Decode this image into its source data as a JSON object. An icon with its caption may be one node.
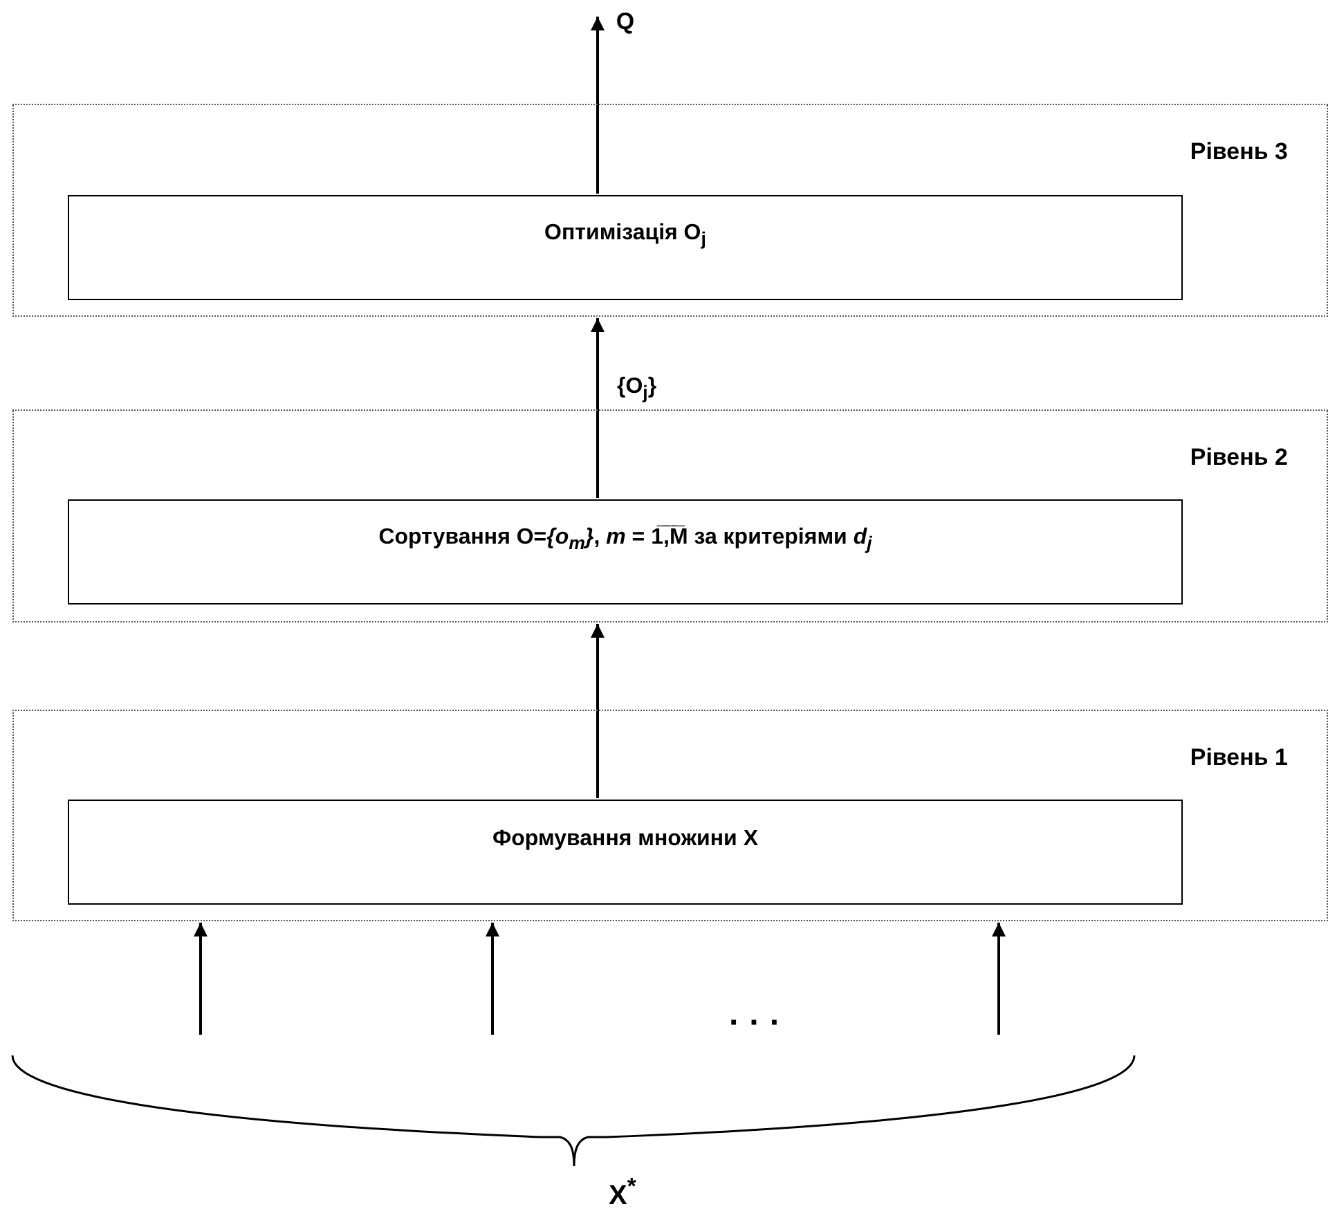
{
  "diagram": {
    "nodes": [
      {
        "text": [
          "Рівень 3"
        ]
      },
      {
        "text": [
          "Оптимізація  O$_{j}$"
        ],
        "in": 0
      },
      {
        "text": [
          "Рівень  2"
        ]
      },
      {
        "text": [
          "Сортування O=*{o$_{m}$}*,   *m* = 1̅,̅M̅  за критеріями *d$_{j}$*"
        ],
        "in": 2
      },
      {
        "text": [
          "Рівень 1"
        ]
      },
      {
        "text": [
          "Формування множини  X"
        ],
        "in": 4
      },
      {
        "text": [
          "Q"
        ]
      }
    ],
    "edges": [
      {
        "from": 1,
        "to": 6,
        "arrow": "to"
      },
      {
        "from": 3,
        "to": 0,
        "arrow": "to",
        "label": "{O$_{j}$}"
      },
      {
        "from": 5,
        "to": 2,
        "arrow": "to"
      },
      {
        "from": null,
        "to": 4,
        "arrow": "to"
      },
      {
        "from": null,
        "to": 4,
        "arrow": "to"
      },
      {
        "from": null,
        "to": 4,
        "arrow": "to"
      }
    ],
    "labels": [
      "· · ·",
      "X$^{*}$"
    ]
  }
}
